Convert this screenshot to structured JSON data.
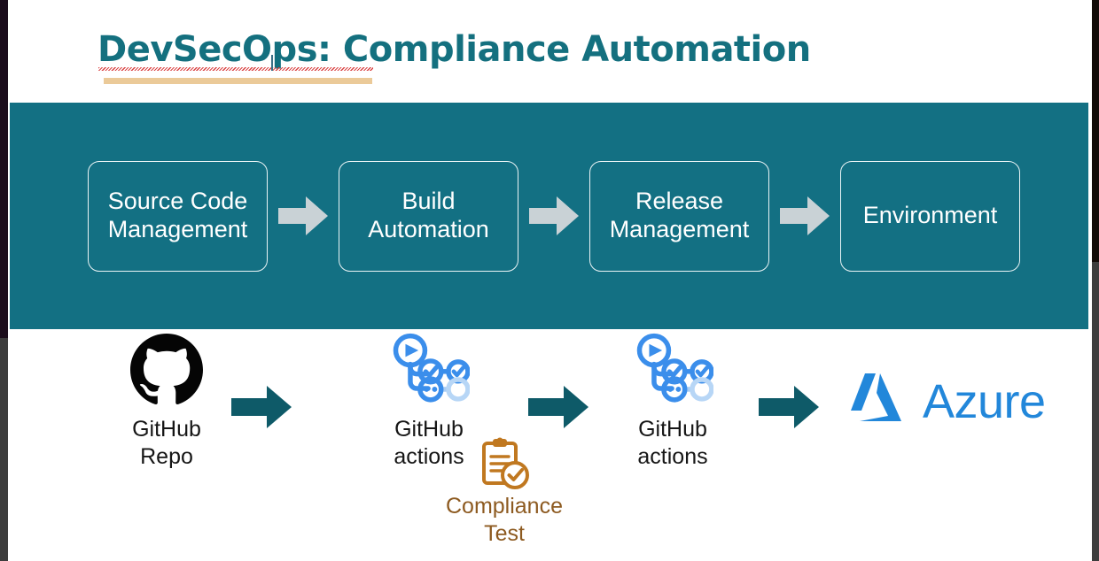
{
  "slide": {
    "title": "DevSecOps: Compliance Automation",
    "title_color": "#14707f",
    "accent_bar_color": "#ebca99",
    "banner_color": "#137083",
    "spellcheck_color": "#d83b3b"
  },
  "pipeline": {
    "arrow_icon": "right-block-arrow-icon",
    "arrow_color": "#c9d2d6",
    "stages": [
      {
        "label": "Source Code\nManagement"
      },
      {
        "label": "Build\nAutomation"
      },
      {
        "label": "Release\nManagement"
      },
      {
        "label": "Environment"
      }
    ]
  },
  "toolchain": {
    "arrow_icon": "right-block-arrow-icon",
    "arrow_color": "#0e5a68",
    "items": [
      {
        "icon": "github-octocat-icon",
        "label": "GitHub\nRepo",
        "icon_color": "#050505"
      },
      {
        "icon": "github-actions-icon",
        "label": "GitHub\nactions",
        "icon_color": "#3b8eeb"
      },
      {
        "icon": "github-actions-icon",
        "label": "GitHub\nactions",
        "icon_color": "#3b8eeb"
      },
      {
        "icon": "azure-logo-icon",
        "label": "Azure",
        "icon_color": "#2287da"
      }
    ]
  },
  "compliance": {
    "icon": "clipboard-check-icon",
    "icon_color": "#c07820",
    "label": "Compliance\nTest",
    "label_color": "#8d5a20"
  }
}
